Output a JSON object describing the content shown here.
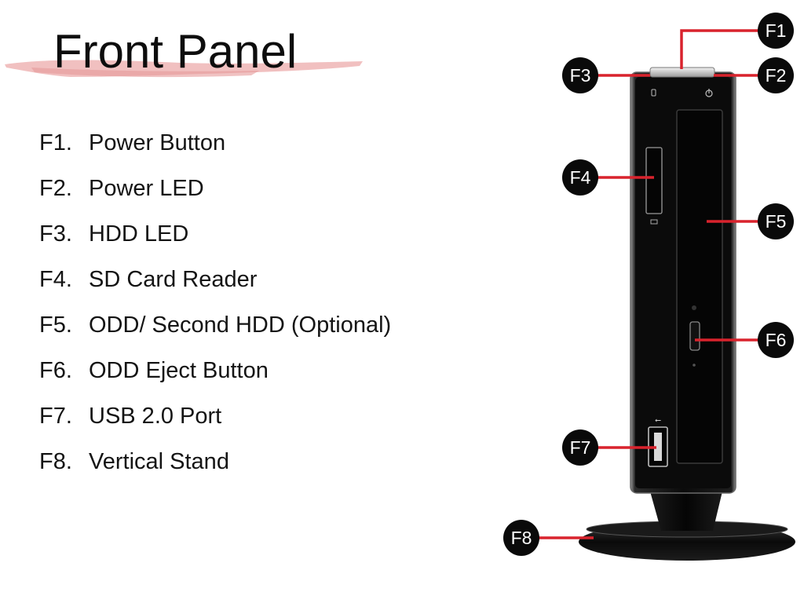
{
  "title": "Front Panel",
  "items": [
    {
      "code": "F1.",
      "label": "Power Button"
    },
    {
      "code": "F2.",
      "label": "Power LED"
    },
    {
      "code": "F3.",
      "label": "HDD LED"
    },
    {
      "code": "F4.",
      "label": "SD Card Reader"
    },
    {
      "code": "F5.",
      "label": "ODD/ Second HDD (Optional)"
    },
    {
      "code": "F6.",
      "label": "ODD Eject Button"
    },
    {
      "code": "F7.",
      "label": "USB 2.0 Port"
    },
    {
      "code": "F8.",
      "label": "Vertical Stand"
    }
  ],
  "callouts": {
    "f1": "F1",
    "f2": "F2",
    "f3": "F3",
    "f4": "F4",
    "f5": "F5",
    "f6": "F6",
    "f7": "F7",
    "f8": "F8"
  },
  "colors": {
    "accent": "#d9232d",
    "brush": "#e8a8a8",
    "device": "#0b0b0b"
  }
}
